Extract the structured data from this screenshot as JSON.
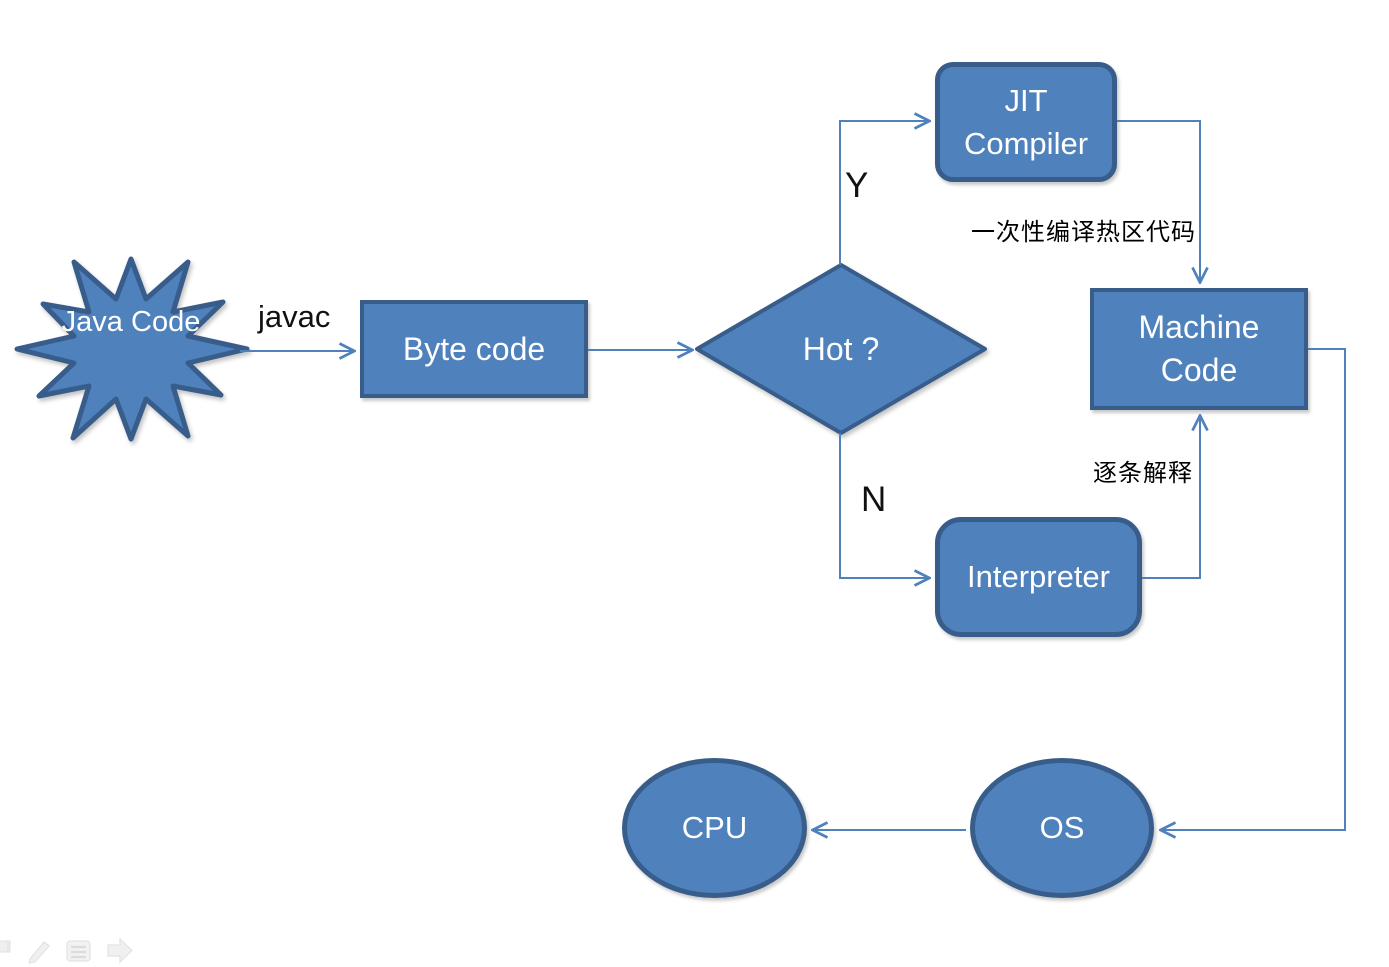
{
  "diagram": {
    "nodes": {
      "java_code": {
        "shape": "explosion-star",
        "line1": "Java",
        "line2": "Code"
      },
      "byte_code": {
        "shape": "rectangle",
        "label": "Byte code"
      },
      "hot_decision": {
        "shape": "diamond",
        "label": "Hot ?"
      },
      "jit_compiler": {
        "shape": "rounded-rectangle",
        "line1": "JIT",
        "line2": "Compiler"
      },
      "machine_code": {
        "shape": "rectangle",
        "line1": "Machine",
        "line2": "Code"
      },
      "interpreter": {
        "shape": "rounded-rectangle",
        "label": "Interpreter"
      },
      "os": {
        "shape": "ellipse",
        "label": "OS"
      },
      "cpu": {
        "shape": "ellipse",
        "label": "CPU"
      }
    },
    "edge_labels": {
      "javac": "javac",
      "hot_yes": "Y",
      "hot_no": "N",
      "jit_annotation": "一次性编译热区代码",
      "interpreter_annotation": "逐条解释"
    },
    "edges": [
      "java_code -> byte_code (javac)",
      "byte_code -> hot_decision",
      "hot_decision -> jit_compiler (Y)",
      "jit_compiler -> machine_code (一次性编译热区代码)",
      "hot_decision -> interpreter (N)",
      "interpreter -> machine_code (逐条解释)",
      "machine_code -> os",
      "os -> cpu"
    ],
    "colors": {
      "shape_fill": "#4f81bd",
      "shape_border": "#385d8a",
      "connector": "#4f81bd",
      "shape_text": "#ffffff",
      "annotation_text": "#111111"
    }
  },
  "slideshow_controls": {
    "icons": [
      "previous-slide-arrow-icon",
      "pen-icon",
      "menu-icon",
      "next-slide-arrow-icon"
    ]
  }
}
